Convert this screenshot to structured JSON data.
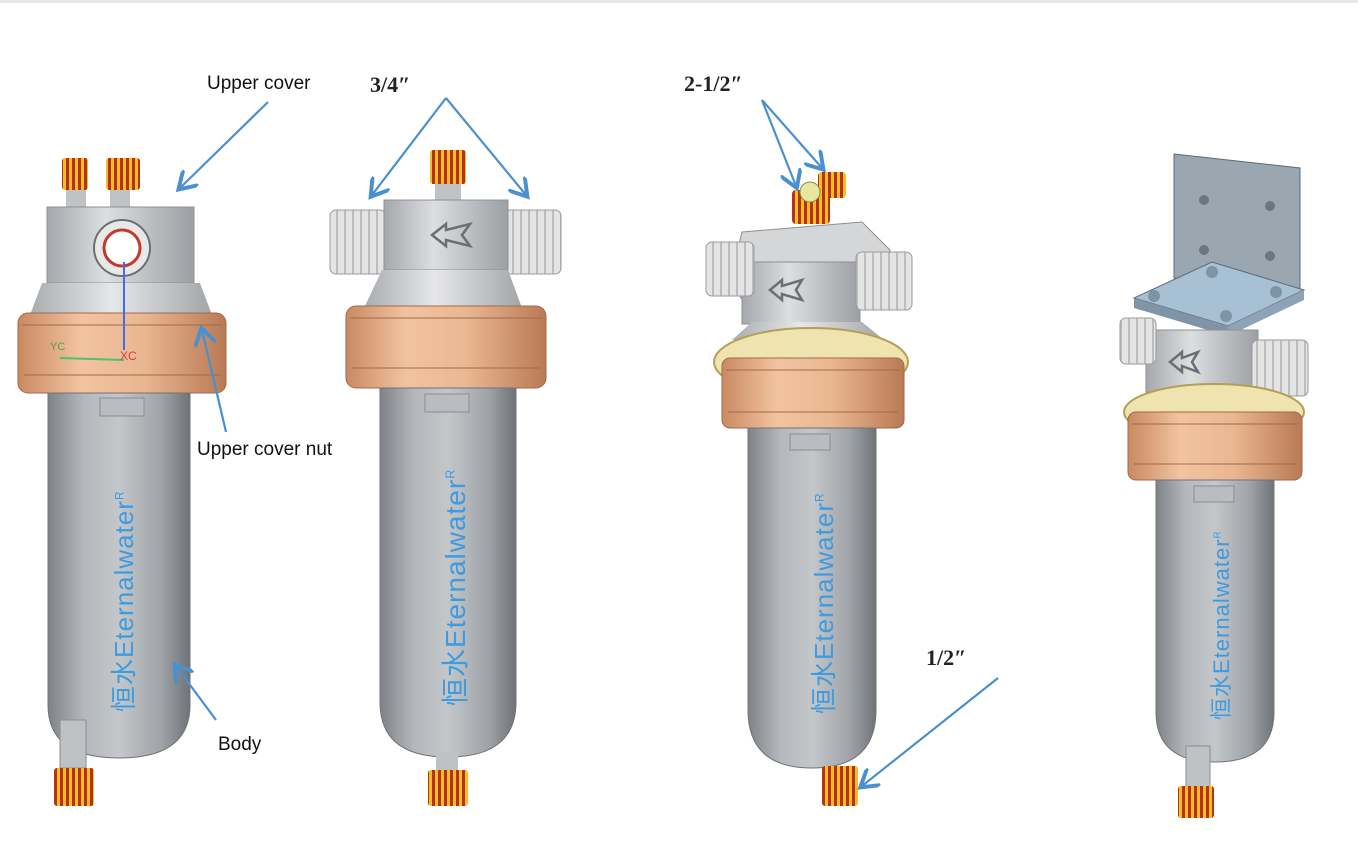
{
  "labels": {
    "upper_cover": "Upper cover",
    "upper_cover_nut": "Upper cover nut",
    "body": "Body",
    "inlet_outlet_size": "3/4″",
    "top_port_size": "2-1/2″",
    "drain_size": "1/2″"
  },
  "brand": {
    "name": "Eternalwater",
    "chinese": "恒水",
    "registered": "R"
  },
  "colors": {
    "arrow": "#4a90cf",
    "brand_text": "#3d9be0",
    "nut": "#e9b48f",
    "body": "#a9acb0",
    "head": "#c6c8cb",
    "bracket": "#9aa6b0",
    "plate": "#a8c0d4",
    "port_cap_yellow": "#f0c020",
    "port_cap_red": "#b8301c"
  }
}
